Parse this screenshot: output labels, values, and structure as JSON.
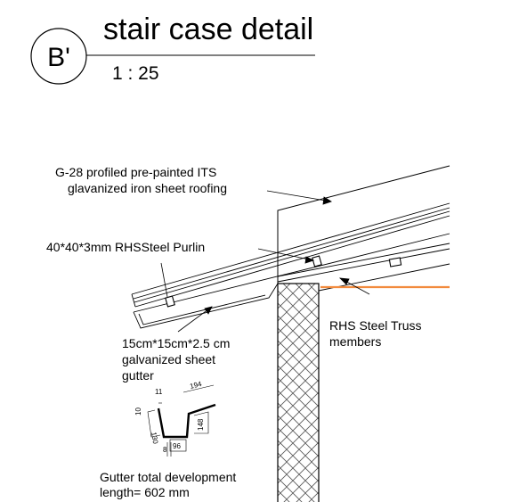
{
  "title": {
    "tag": "B'",
    "name": "stair case detail",
    "scale": "1 : 25"
  },
  "notes": {
    "roofing_line1": "G-28 profiled pre-painted ITS",
    "roofing_line2": "glavanized iron sheet roofing",
    "purlin": "40*40*3mm RHSSteel Purlin",
    "truss_line1": "RHS Steel Truss",
    "truss_line2": "members",
    "gutter_line1": "15cm*15cm*2.5 cm",
    "gutter_line2": "galvanized sheet",
    "gutter_line3": "gutter",
    "development_line1": "Gutter total development",
    "development_line2": "length= 602 mm"
  },
  "gutter_dims": {
    "d11": "11",
    "d194": "194",
    "d10": "10",
    "d130": "130",
    "d148": "148",
    "d8": "8",
    "d96": "96"
  },
  "colors": {
    "line": "#000000",
    "accent": "#f28a3c",
    "wall_hatch": "#555555"
  }
}
